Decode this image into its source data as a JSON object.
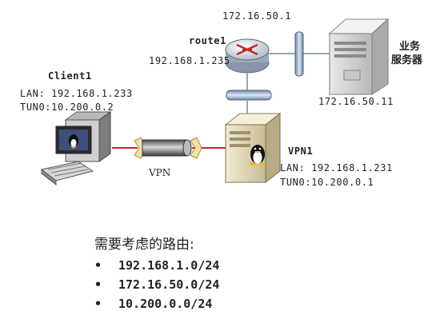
{
  "router": {
    "name": "route1",
    "ip_top": "172.16.50.1",
    "ip_left": "192.168.1.235"
  },
  "server": {
    "name_line1": "业务",
    "name_line2": "服务器",
    "ip": "172.16.50.11"
  },
  "client": {
    "name": "Client1",
    "lan": "LAN: 192.168.1.233",
    "tun": "TUN0:10.200.0.2"
  },
  "vpn_server": {
    "name": "VPN1",
    "lan": "LAN: 192.168.1.231",
    "tun": "TUN0:10.200.0.1"
  },
  "tunnel_label": "VPN",
  "routes": {
    "title": "需要考虑的路由:",
    "items": [
      "192.168.1.0/24",
      "172.16.50.0/24",
      "10.200.0.0/24"
    ]
  },
  "colors": {
    "link": "#c0282d",
    "bus": "#9fb3cc",
    "tunnel": "#888888"
  }
}
